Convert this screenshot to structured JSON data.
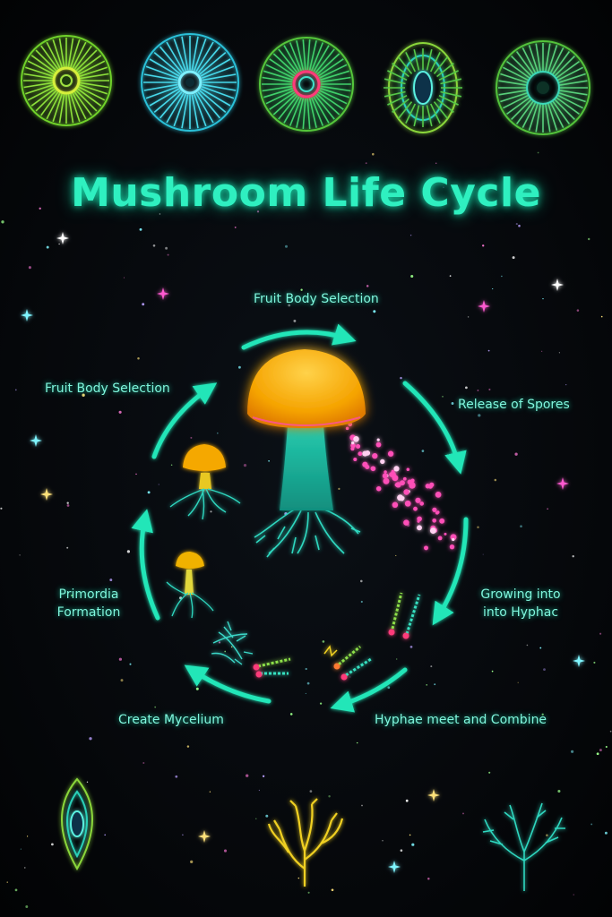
{
  "title": "Mushroom Life Cycle",
  "stages": [
    {
      "id": "top",
      "text": "Fruit Body Selection"
    },
    {
      "id": "upper-left",
      "text": "Fruit Body Selection"
    },
    {
      "id": "upper-right",
      "text": "Release of Spores"
    },
    {
      "id": "left",
      "text": "Primordia Formation"
    },
    {
      "id": "right",
      "text": "Growing into into Hyphac"
    },
    {
      "id": "bottom-left",
      "text": "Create Mycelium"
    },
    {
      "id": "bottom-right",
      "text": "Hyphae meet and Combine"
    }
  ],
  "colors": {
    "accent": "#2ff0c0",
    "arrow": "#22e6b8",
    "cap": "#f4b400",
    "stem": "#1fbfa6",
    "spore": "#ff4fb8"
  }
}
